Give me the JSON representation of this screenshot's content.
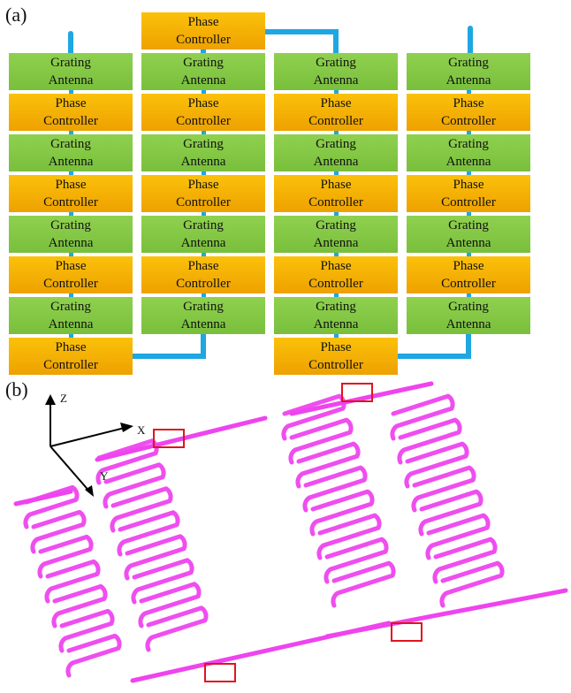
{
  "panel_a": {
    "label": "(a)",
    "grating_line1": "Grating",
    "grating_line2": "Antenna",
    "phase_line1": "Phase",
    "phase_line2": "Controller",
    "colors": {
      "grating": "#7dc242",
      "phase": "#f5b000",
      "waveguide": "#1ea7e1"
    }
  },
  "panel_b": {
    "label": "(b)",
    "axes": {
      "z": "Z",
      "x": "X",
      "y": "Y"
    },
    "colors": {
      "waveguide": "#ee44ee",
      "marker": "#e0141e"
    }
  }
}
